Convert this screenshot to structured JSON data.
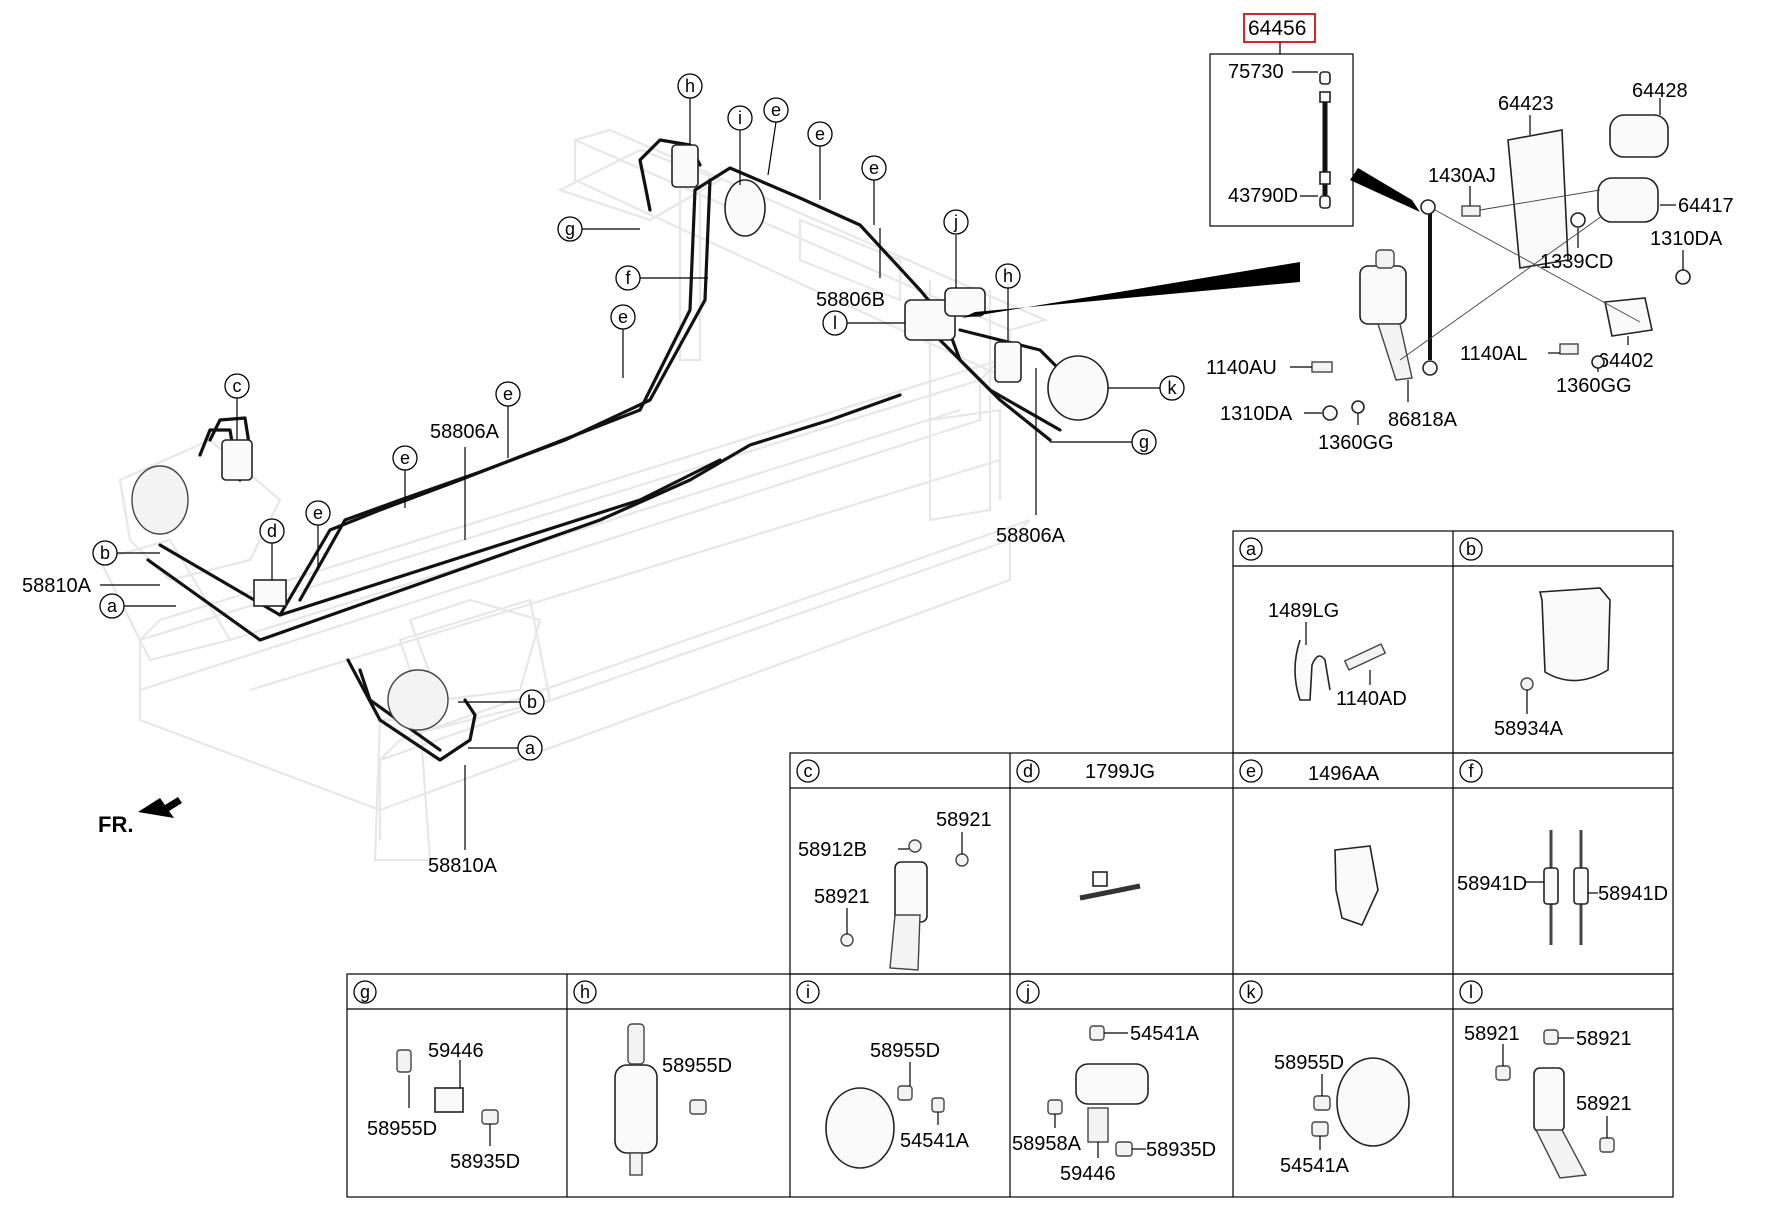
{
  "highlight_part": "64456",
  "direction_label": "FR.",
  "main_labels": {
    "l_58810A_left": "58810A",
    "l_58810A_bottom": "58810A",
    "l_58806A_mid": "58806A",
    "l_58806A_right": "58806A",
    "l_58806B": "58806B"
  },
  "callouts": {
    "h_top": "h",
    "i_top": "i",
    "e_top1": "e",
    "e_top2": "e",
    "e_top3": "e",
    "g_top": "g",
    "f": "f",
    "e_mid1": "e",
    "j": "j",
    "h_right": "h",
    "l": "l",
    "k": "k",
    "g_right": "g",
    "c": "c",
    "e_mid2": "e",
    "e_mid3": "e",
    "b_left": "b",
    "d": "d",
    "e_low": "e",
    "a_left": "a",
    "b_right": "b",
    "a_right": "a"
  },
  "inset_labels": {
    "p75730": "75730",
    "p43790D": "43790D",
    "p64423": "64423",
    "p64428": "64428",
    "p1430AJ": "1430AJ",
    "p64417": "64417",
    "p1339CD": "1339CD",
    "p1310DA_top": "1310DA",
    "p1140AU": "1140AU",
    "p1140AL": "1140AL",
    "p1360GG_right": "1360GG",
    "p64402": "64402",
    "p1310DA_bottom": "1310DA",
    "p86818A": "86818A",
    "p1360GG_bottom": "1360GG"
  },
  "detail_cells": {
    "a": {
      "letter": "a",
      "header": "",
      "labels": [
        "1489LG",
        "1140AD"
      ]
    },
    "b": {
      "letter": "b",
      "header": "",
      "labels": [
        "58934A"
      ]
    },
    "c": {
      "letter": "c",
      "header": "",
      "labels": [
        "58912B",
        "58921",
        "58921"
      ]
    },
    "d": {
      "letter": "d",
      "header": "1799JG",
      "labels": []
    },
    "e": {
      "letter": "e",
      "header": "1496AA",
      "labels": []
    },
    "f": {
      "letter": "f",
      "header": "",
      "labels": [
        "58941D",
        "58941D"
      ]
    },
    "g": {
      "letter": "g",
      "header": "",
      "labels": [
        "59446",
        "58955D",
        "58935D"
      ]
    },
    "h": {
      "letter": "h",
      "header": "",
      "labels": [
        "58955D"
      ]
    },
    "i": {
      "letter": "i",
      "header": "",
      "labels": [
        "58955D",
        "54541A"
      ]
    },
    "j": {
      "letter": "j",
      "header": "",
      "labels": [
        "54541A",
        "58958A",
        "58935D",
        "59446"
      ]
    },
    "k": {
      "letter": "k",
      "header": "",
      "labels": [
        "58955D",
        "54541A"
      ]
    },
    "l": {
      "letter": "l",
      "header": "",
      "labels": [
        "58921",
        "58921",
        "58921"
      ]
    }
  },
  "colors": {
    "highlight_box": "#d9252a",
    "frame": "#e5e5e5",
    "line": "#000000"
  }
}
